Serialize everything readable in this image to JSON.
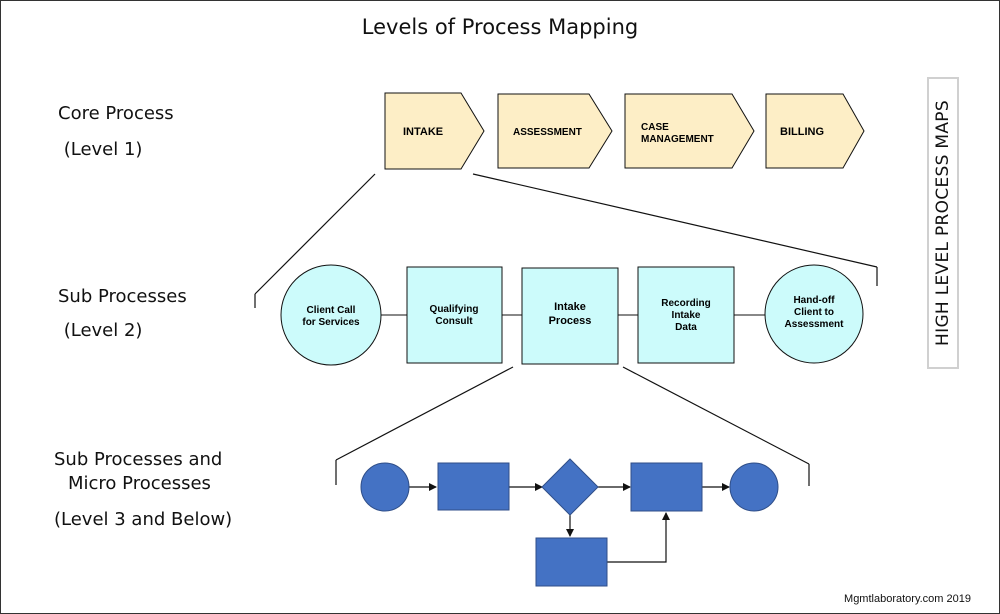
{
  "title": "Levels of Process Mapping",
  "levels": [
    {
      "lines": [
        "Core Process",
        " (Level 1)"
      ]
    },
    {
      "lines": [
        "Sub Processes",
        " (Level 2)"
      ]
    },
    {
      "lines": [
        "Sub Processes and",
        "Micro Processes",
        "(Level 3 and Below)"
      ]
    }
  ],
  "core_process": [
    {
      "lines": [
        "INTAKE"
      ]
    },
    {
      "lines": [
        "ASSESSMENT"
      ]
    },
    {
      "lines": [
        "CASE",
        "MANAGEMENT"
      ]
    },
    {
      "lines": [
        "BILLING"
      ]
    }
  ],
  "sub_processes": [
    {
      "shape": "circle",
      "lines": [
        "Client Call",
        "for Services"
      ]
    },
    {
      "shape": "rect",
      "lines": [
        "Qualifying",
        "Consult"
      ]
    },
    {
      "shape": "rect",
      "lines": [
        "Intake",
        "Process"
      ]
    },
    {
      "shape": "rect",
      "lines": [
        "Recording",
        "Intake",
        "Data"
      ]
    },
    {
      "shape": "circle",
      "lines": [
        "Hand-off",
        "Client to",
        "Assessment"
      ]
    }
  ],
  "side_label": "HIGH LEVEL PROCESS MAPS",
  "credit": "Mgmtlaboratory.com  2019",
  "colors": {
    "core_fill": "#fdeec6",
    "sub_fill": "#ccfbfb",
    "micro_fill": "#4472c4",
    "micro_stroke": "#2f4e88",
    "line": "#111111"
  }
}
